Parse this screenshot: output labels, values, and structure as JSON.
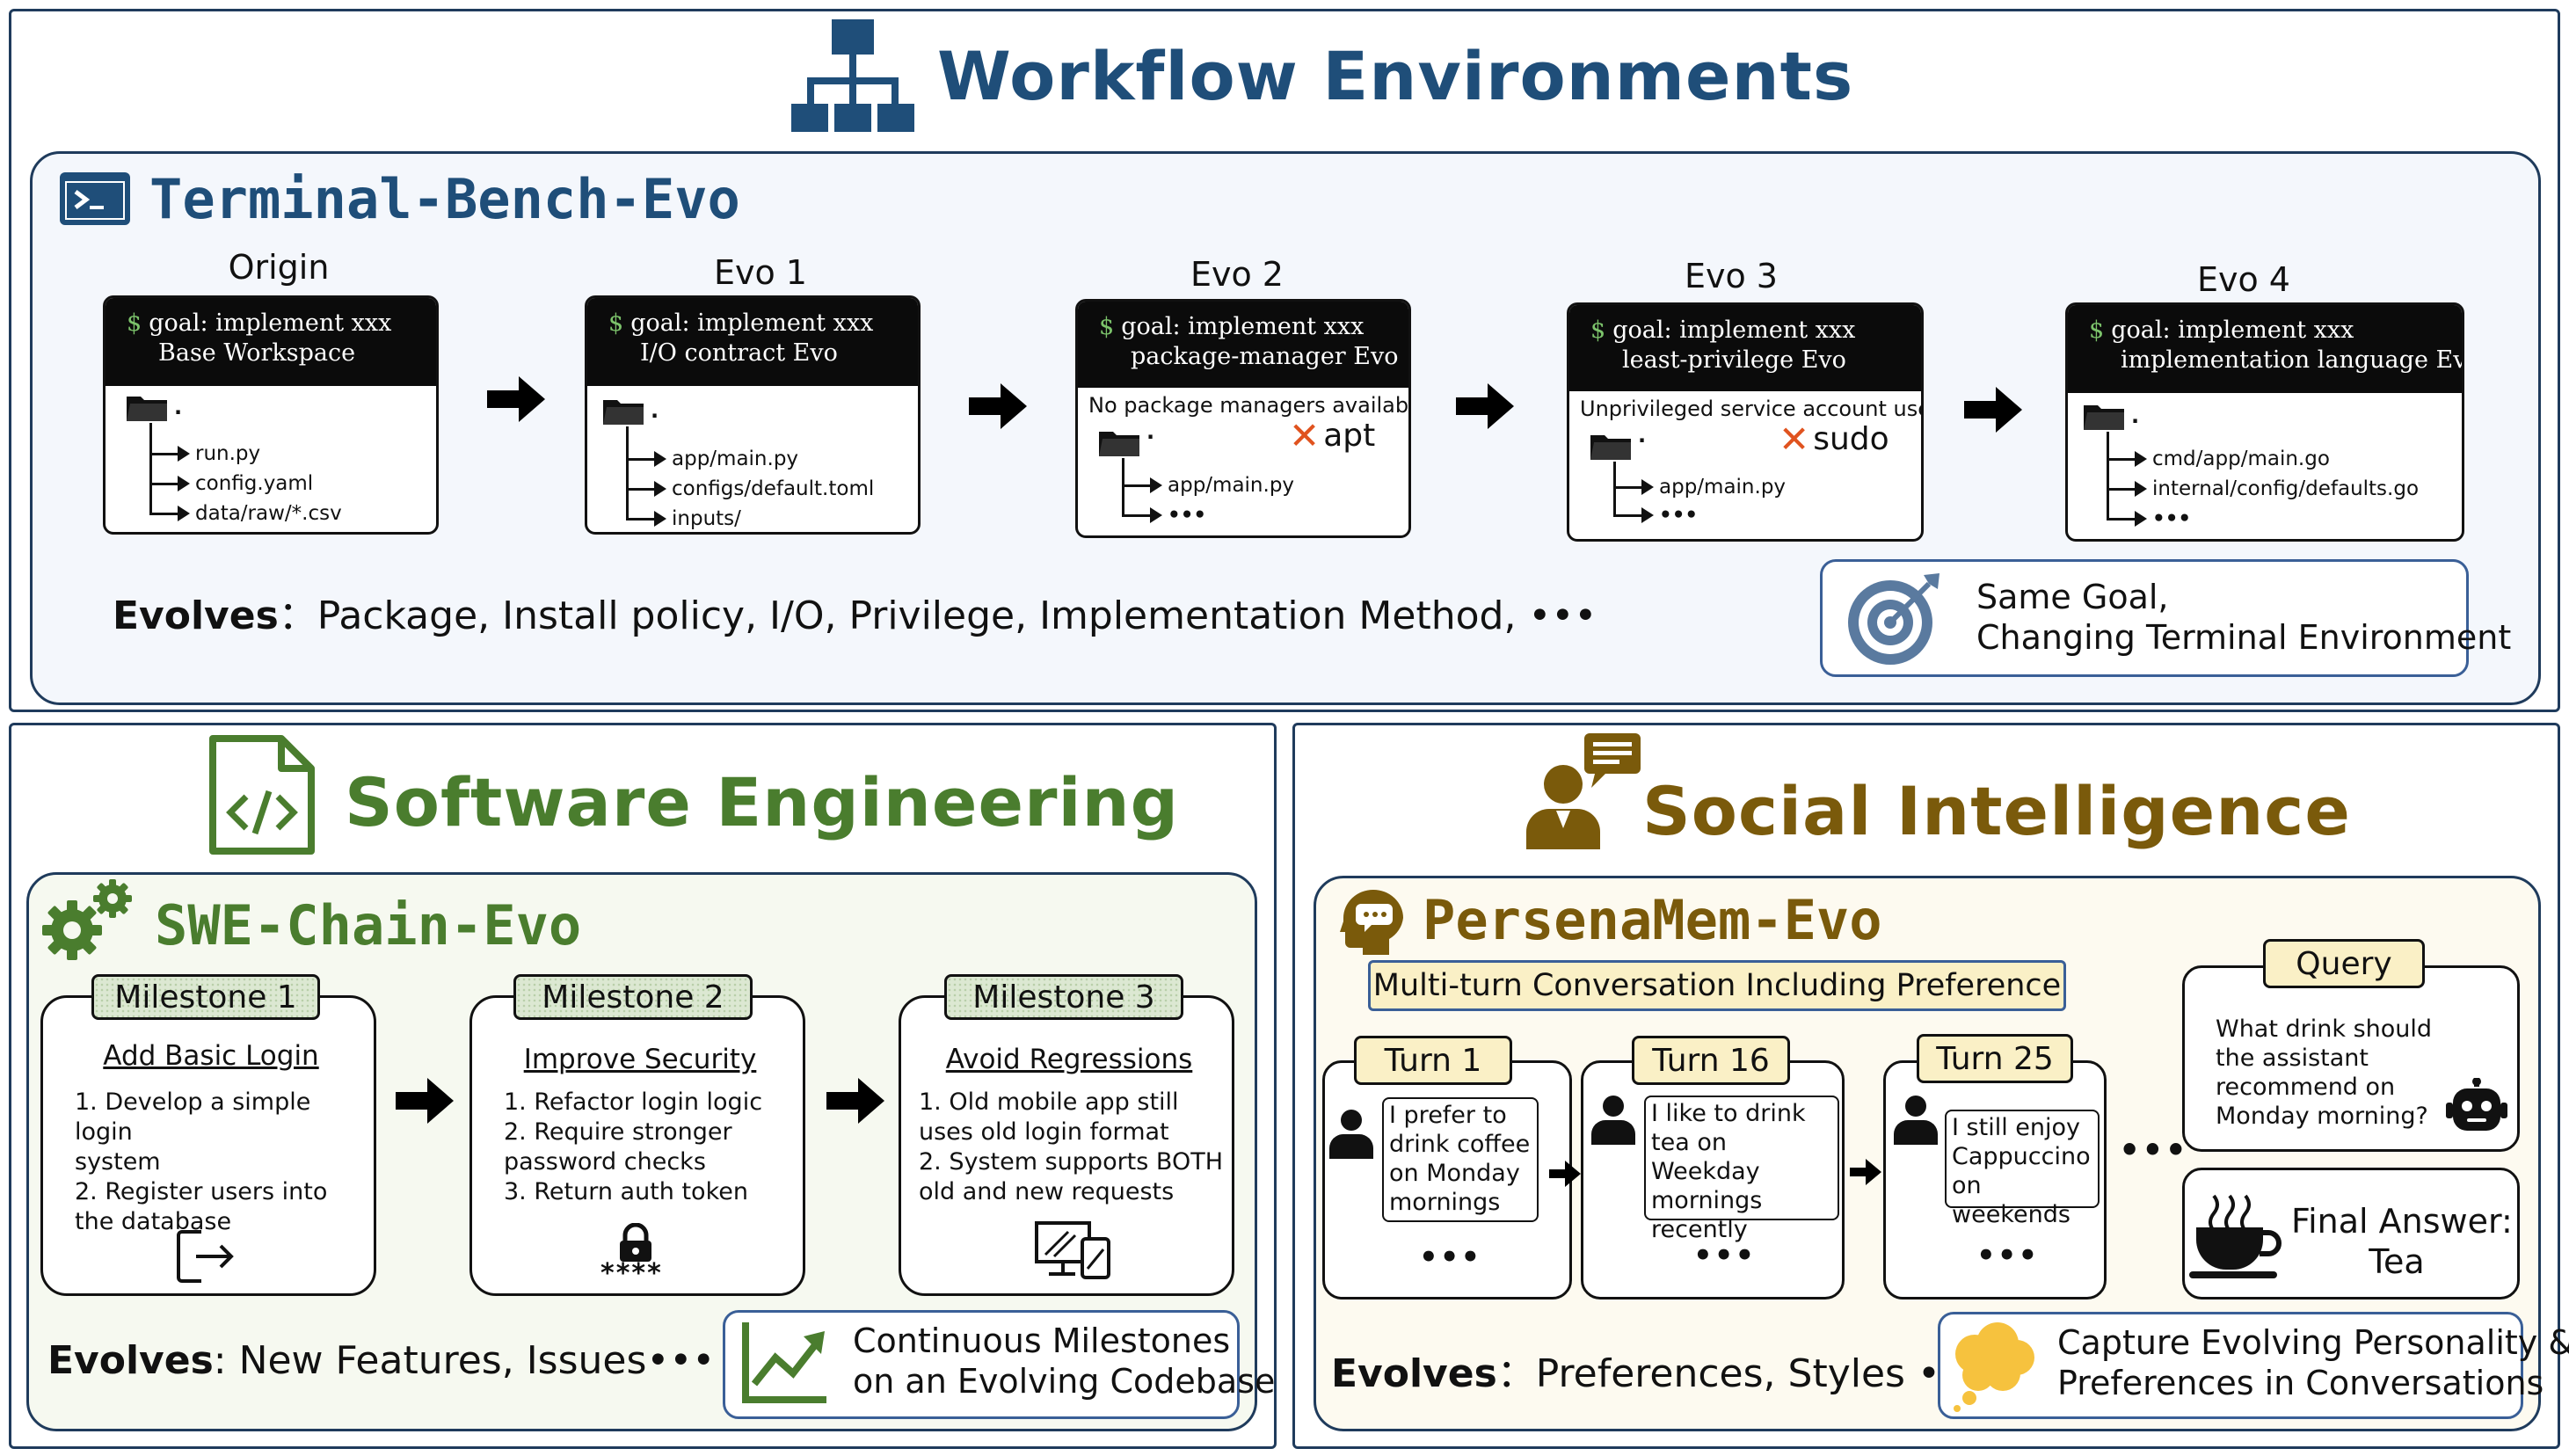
{
  "colors": {
    "workflow_blue": "#1f4e79",
    "software_green": "#4a7d2e",
    "social_brown": "#7a5a0b",
    "top_bg": "#f4f7fc",
    "swe_bg": "#f6f9f0",
    "social_bg": "#fdfaf0"
  },
  "workflow": {
    "title": "Workflow Environments",
    "icon": "sitemap-icon",
    "bench": {
      "title": "Terminal-Bench-Evo",
      "icon": "terminal-icon",
      "stages": [
        {
          "label": "Origin",
          "goal": "goal: implement xxx",
          "variant": "Base Workspace",
          "note": "",
          "blocked": "",
          "root": ".",
          "files": [
            "run.py",
            "config.yaml",
            "data/raw/*.csv"
          ]
        },
        {
          "label": "Evo 1",
          "goal": "goal: implement xxx",
          "variant": "I/O contract Evo",
          "note": "",
          "blocked": "",
          "root": ".",
          "files": [
            "app/main.py",
            "configs/default.toml",
            "inputs/"
          ]
        },
        {
          "label": "Evo 2",
          "goal": "goal: implement xxx",
          "variant": "package-manager Evo",
          "note": "No package managers available",
          "blocked": "apt",
          "root": ".",
          "files": [
            "app/main.py",
            "•••"
          ]
        },
        {
          "label": "Evo 3",
          "goal": "goal: implement xxx",
          "variant": "least-privilege Evo",
          "note": "Unprivileged service account used",
          "blocked": "sudo",
          "root": ".",
          "files": [
            "app/main.py",
            "•••"
          ]
        },
        {
          "label": "Evo 4",
          "goal": "goal: implement xxx",
          "variant": "implementation language Evo",
          "note": "",
          "blocked": "",
          "root": ".",
          "files": [
            "cmd/app/main.go",
            "internal/config/defaults.go",
            "•••"
          ]
        }
      ],
      "evolves_label": "Evolves",
      "evolves_text": "：Package, Install policy, I/O, Privilege, Implementation Method, •••",
      "callout_line1": "Same Goal,",
      "callout_line2": "Changing Terminal Environment",
      "callout_icon": "target-icon"
    }
  },
  "software": {
    "title": "Software Engineering",
    "icon": "code-file-icon",
    "chain": {
      "title": "SWE-Chain-Evo",
      "icon": "gears-icon",
      "milestones": [
        {
          "tag": "Milestone 1",
          "heading": "Add Basic Login",
          "steps": [
            "1. Develop a simple login",
            "system",
            "2. Register users into",
            "the database"
          ],
          "icon": "logout-icon",
          "icon_text": ""
        },
        {
          "tag": "Milestone 2",
          "heading": "Improve Security",
          "steps": [
            "1. Refactor login logic",
            "2. Require stronger",
            "password checks",
            "3. Return auth token"
          ],
          "icon": "lock-icon",
          "icon_text": "****"
        },
        {
          "tag": "Milestone 3",
          "heading": "Avoid Regressions",
          "steps": [
            "1. Old mobile app still",
            "uses old login format",
            "2. System supports BOTH",
            "old and new requests"
          ],
          "icon": "devices-icon",
          "icon_text": ""
        }
      ],
      "evolves_label": "Evolves",
      "evolves_text": ": New Features, Issues•••",
      "callout_line1": "Continuous Milestones",
      "callout_line2": "on an Evolving Codebase",
      "callout_icon": "trend-chart-icon"
    }
  },
  "social": {
    "title": "Social Intelligence",
    "icon": "person-chat-icon",
    "mem": {
      "title": "PersenaMem-Evo",
      "icon": "head-chat-icon",
      "banner": "Multi-turn Conversation Including Preference",
      "turns": [
        {
          "tag": "Turn 1",
          "lines": [
            "I prefer to",
            "drink coffee",
            "on Monday",
            "mornings"
          ]
        },
        {
          "tag": "Turn 16",
          "lines": [
            "I like to drink",
            "tea on Weekday",
            "mornings",
            "recently"
          ]
        },
        {
          "tag": "Turn 25",
          "lines": [
            "I still enjoy",
            "Cappuccino",
            "on weekends"
          ]
        }
      ],
      "between_dots": "•••",
      "turn_dots": "•••",
      "query_tag": "Query",
      "query_lines": [
        "What drink should",
        "the assistant",
        "recommend on",
        "Monday morning?"
      ],
      "answer_line1": "Final Answer:",
      "answer_line2": "Tea",
      "evolves_label": "Evolves",
      "evolves_text": "：Preferences, Styles •••",
      "callout_line1": "Capture Evolving Personality &",
      "callout_line2": "Preferences in Conversations",
      "callout_icon": "thought-cloud-icon"
    }
  }
}
